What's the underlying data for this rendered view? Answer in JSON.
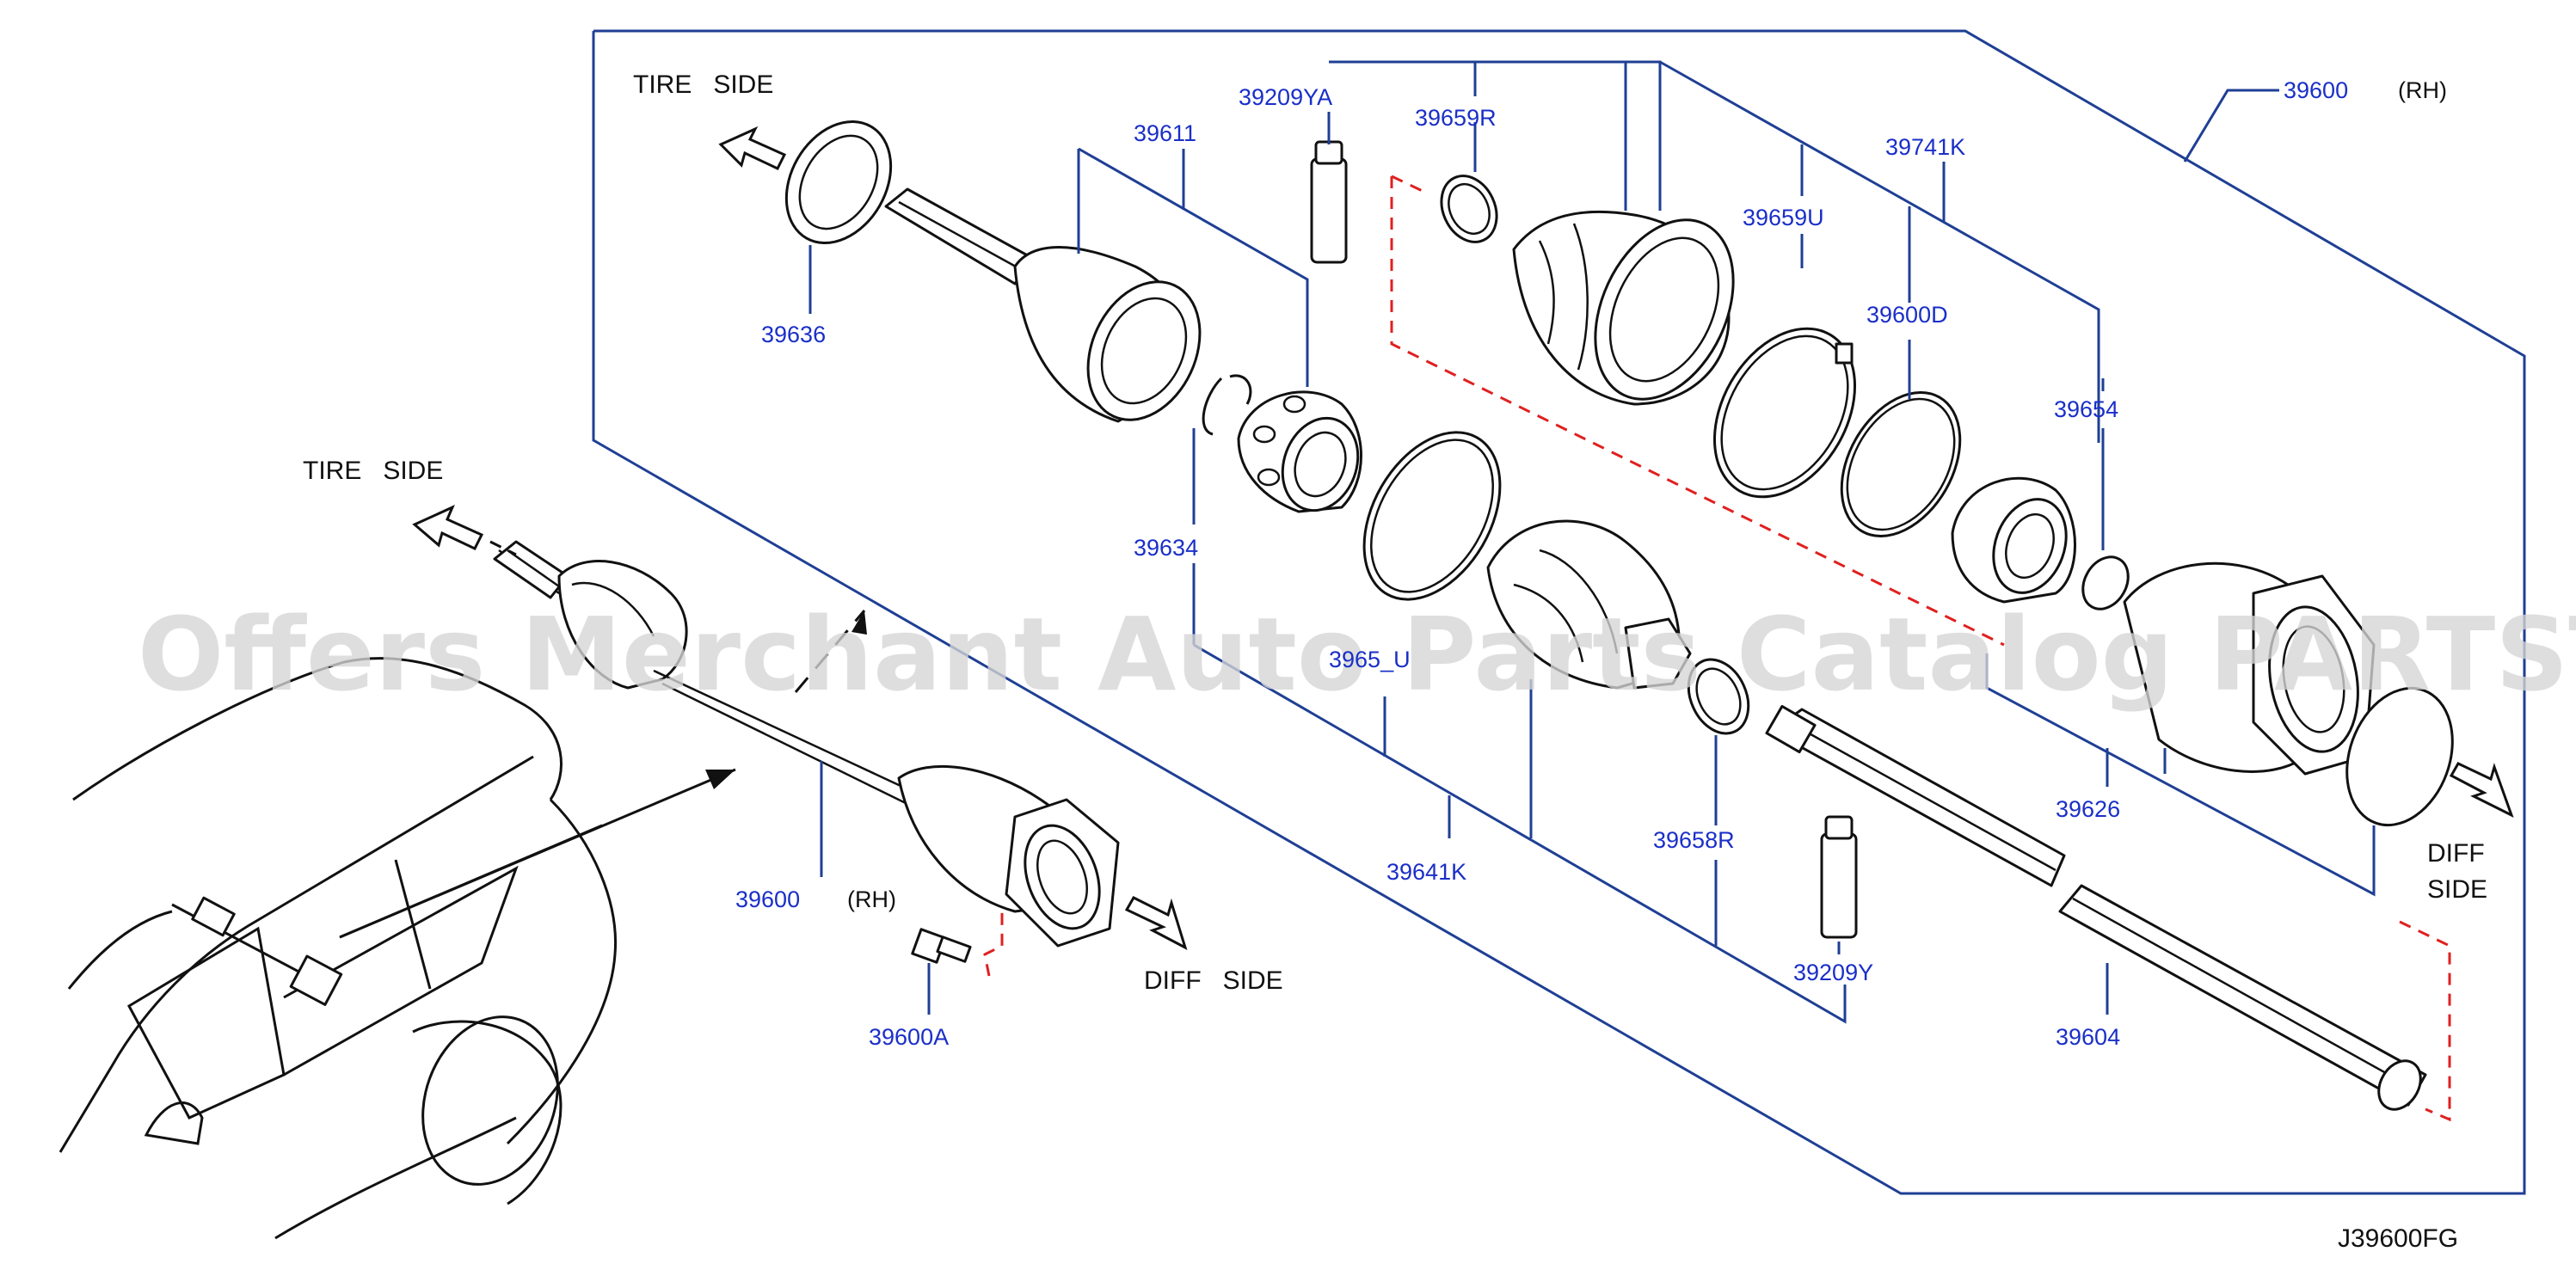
{
  "diagram": {
    "ref_code": "J39600FG",
    "watermark": "Offers Merchant Auto Parts Catalog PARTSTORE-SA",
    "direction_labels": {
      "tire_side_top": "TIRE   SIDE",
      "tire_side_left": "TIRE   SIDE",
      "diff_side_bottom": "DIFF   SIDE",
      "diff_right_1": "DIFF",
      "diff_right_2": "SIDE"
    },
    "parts": [
      {
        "code": "39600",
        "suffix": "(RH)"
      },
      {
        "code": "39209YA"
      },
      {
        "code": "39659R"
      },
      {
        "code": "39741K"
      },
      {
        "code": "39611"
      },
      {
        "code": "39659U"
      },
      {
        "code": "39600D"
      },
      {
        "code": "39636"
      },
      {
        "code": "39654"
      },
      {
        "code": "39634"
      },
      {
        "code": "3965_U"
      },
      {
        "code": "39626"
      },
      {
        "code": "39641K"
      },
      {
        "code": "39658R"
      },
      {
        "code": "39209Y"
      },
      {
        "code": "39604"
      },
      {
        "code": "39600",
        "suffix": "(RH)"
      },
      {
        "code": "39600A"
      }
    ]
  }
}
